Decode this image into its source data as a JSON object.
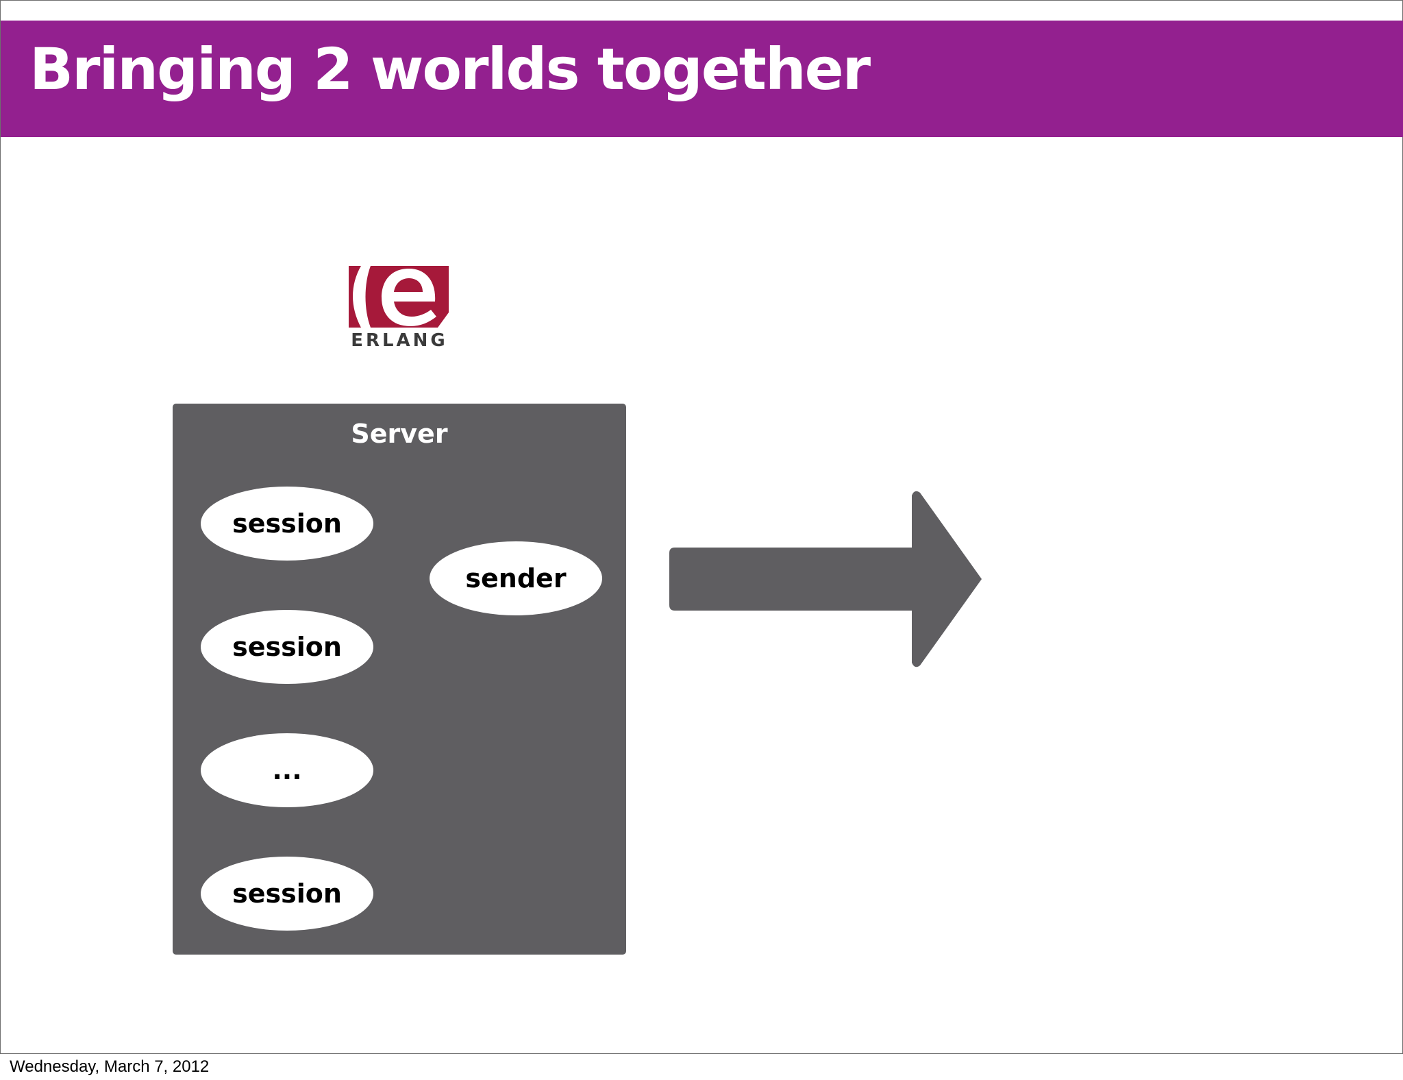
{
  "slide": {
    "title": "Bringing 2 worlds together",
    "colors": {
      "title_bar": "#93208f",
      "server_box": "#5f5e61",
      "arrow": "#5f5e61",
      "logo_red": "#a6193a"
    }
  },
  "logo": {
    "text": "ERLANG",
    "icon": "erlang-logo-icon"
  },
  "diagram": {
    "server_label": "Server",
    "nodes": [
      {
        "label": "session"
      },
      {
        "label": "sender"
      },
      {
        "label": "session"
      },
      {
        "label": "..."
      },
      {
        "label": "session"
      }
    ],
    "arrow_icon": "right-arrow-icon"
  },
  "footer": {
    "date": "Wednesday, March 7, 2012"
  }
}
